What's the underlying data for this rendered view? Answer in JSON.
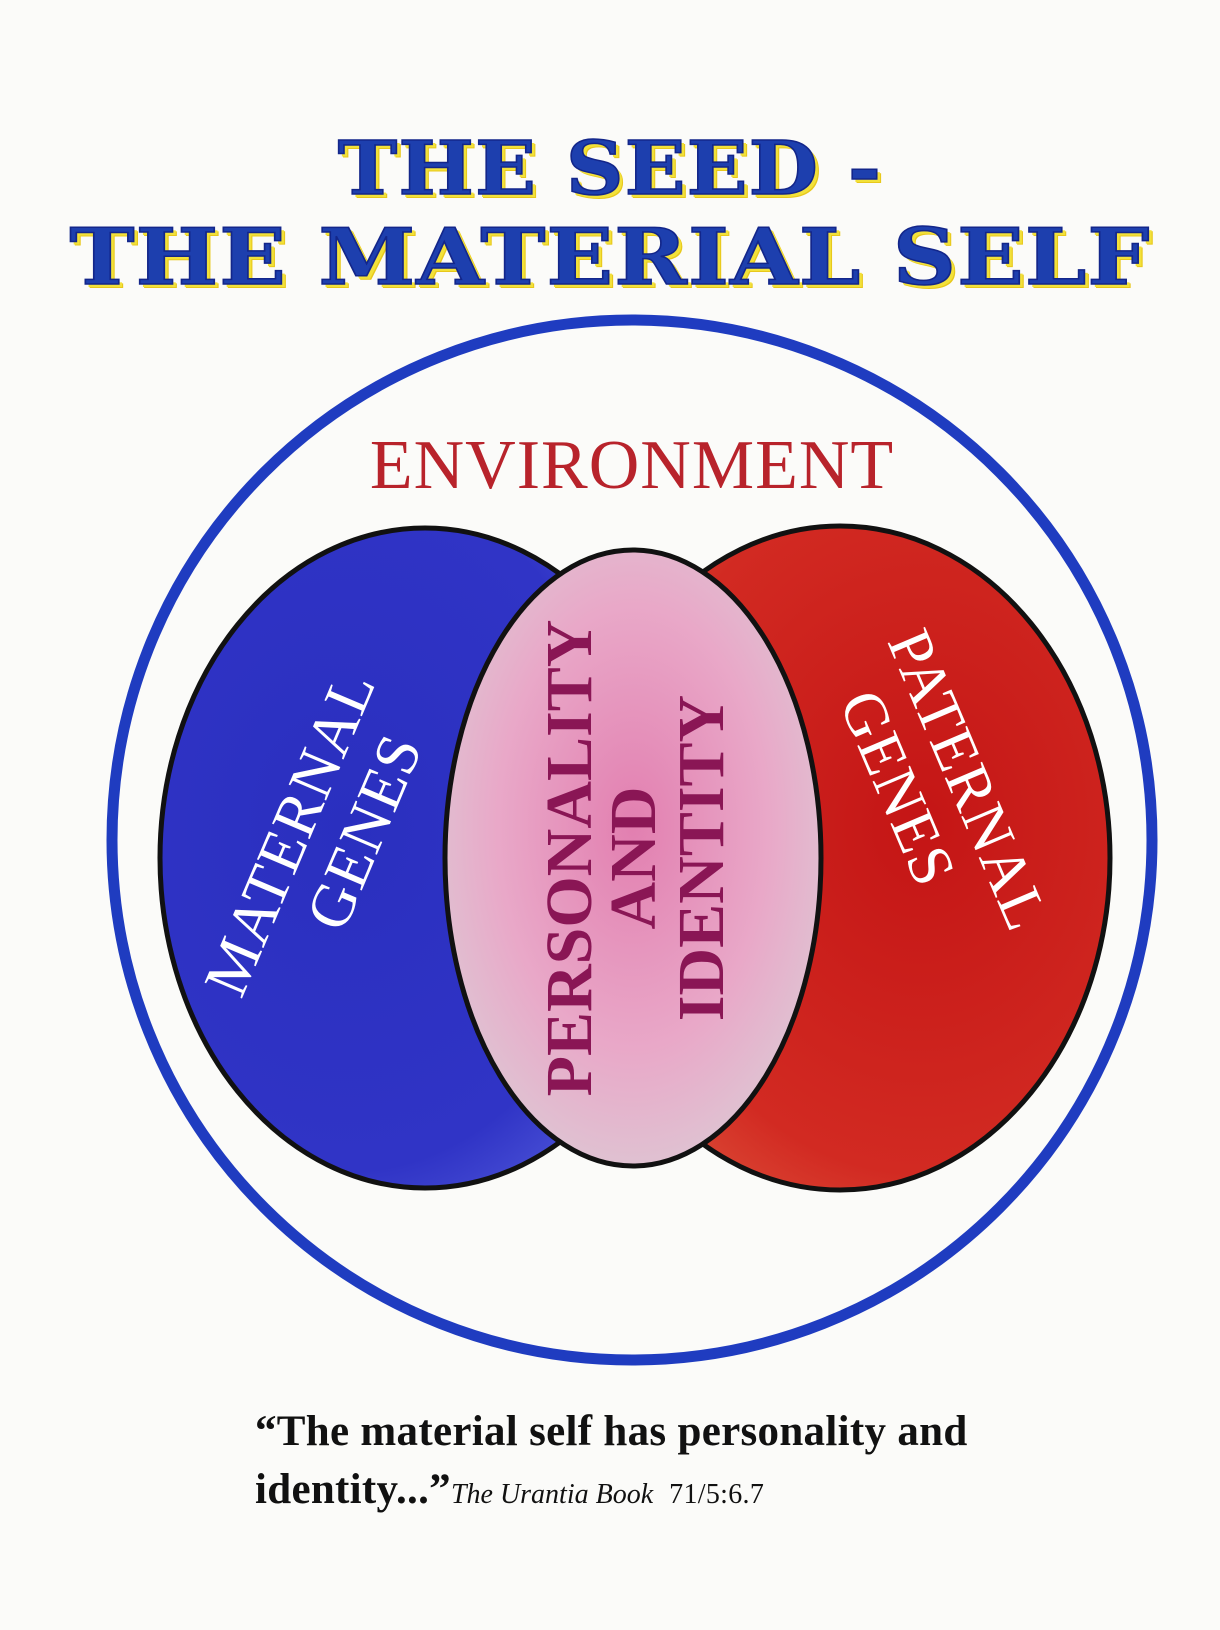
{
  "title": {
    "line1": "THE SEED -",
    "line2": "THE MATERIAL SELF"
  },
  "diagram": {
    "outer_label": "ENVIRONMENT",
    "left_label": [
      "MATERNAL",
      "GENES"
    ],
    "right_label": [
      "PATERNAL",
      "GENES"
    ],
    "center_label": [
      "PERSONALITY",
      "AND",
      "IDENTITY"
    ],
    "colors": {
      "outer_ring": "#1f3cc0",
      "left_circle": "#2a33c4",
      "right_circle": "#d32222",
      "center": "#e9a7c8",
      "center_text": "#8a1655",
      "environment_text": "#b8232b",
      "circle_outline": "#111111"
    }
  },
  "quote": {
    "text_line1": "“The material self has personality and",
    "text_line2": "identity...”",
    "source": "The Urantia Book",
    "reference": "71/5:6.7"
  }
}
